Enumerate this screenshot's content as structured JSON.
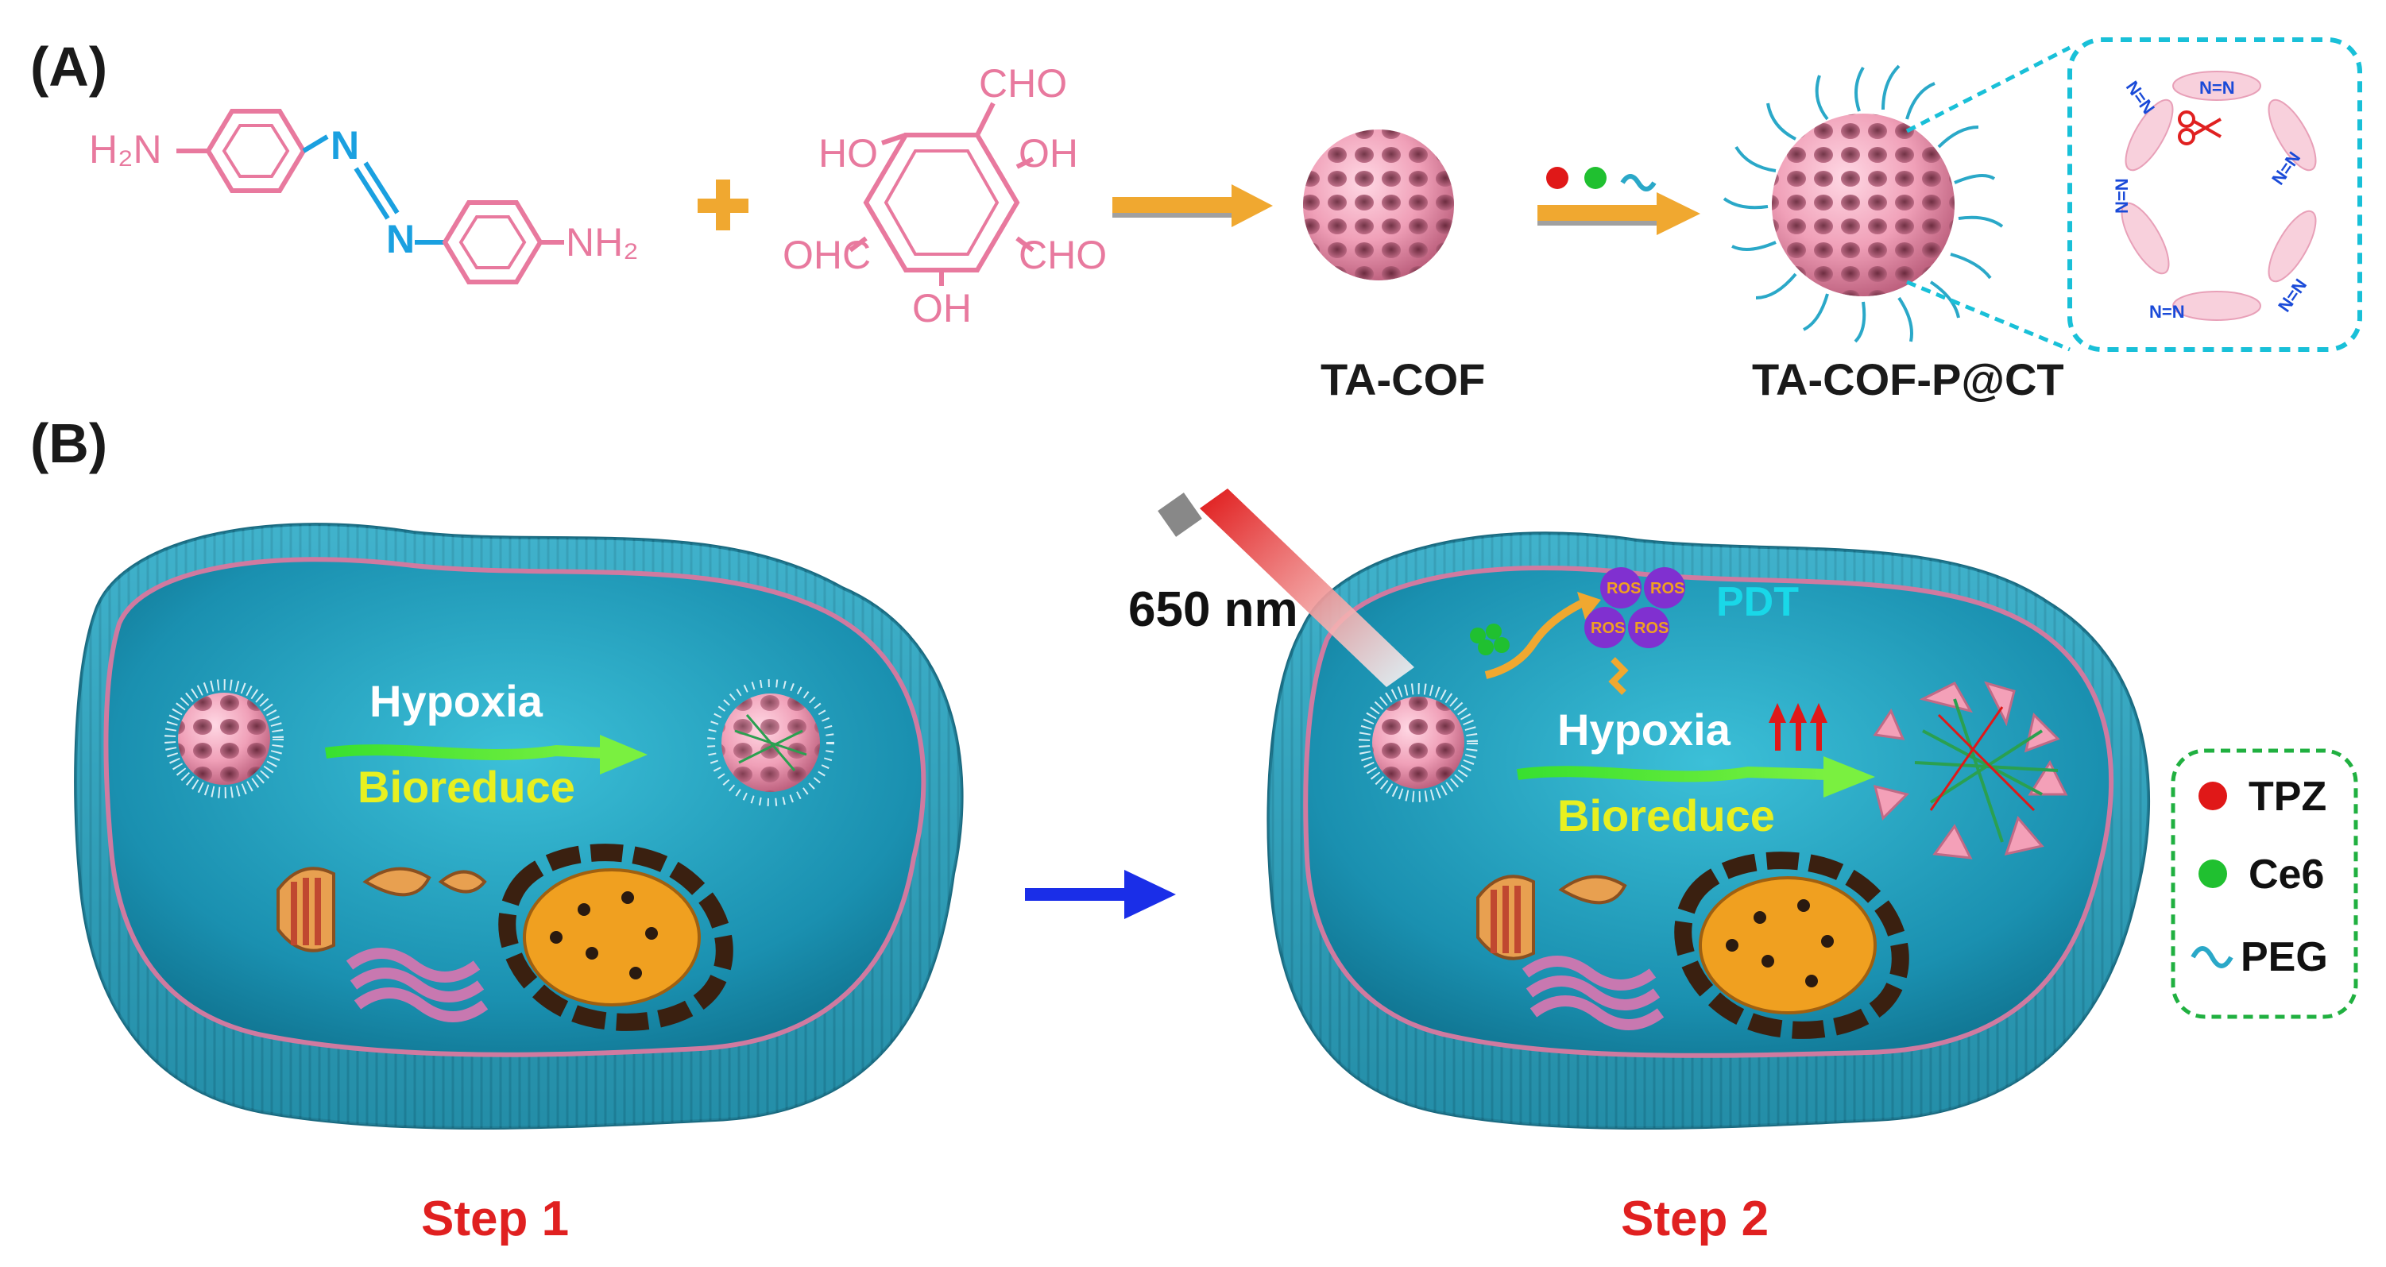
{
  "panels": {
    "a": "(A)",
    "b": "(B)"
  },
  "azo_monomer": {
    "left_amine": "H₂N",
    "right_amine": "NH₂",
    "azo_n1": "N",
    "azo_n2": "N"
  },
  "plus": "+",
  "aldehyde_monomer": {
    "cho_top": "CHO",
    "oh_left": "HO",
    "oh_right": "OH",
    "cho_left": "OHC",
    "cho_right": "CHO",
    "oh_bottom": "OH"
  },
  "products": {
    "cof": "TA-COF",
    "cof_loaded": "TA-COF-P@CT"
  },
  "pore_inset": {
    "azo_label": "N=N"
  },
  "cell_panel": {
    "hypoxia": "Hypoxia",
    "bioreduce": "Bioreduce",
    "laser": "650 nm",
    "pdt": "PDT",
    "ros": "ROS",
    "step1": "Step 1",
    "step2": "Step 2"
  },
  "legend": {
    "items": [
      {
        "label": "TPZ",
        "color": "#e01818",
        "icon": "red-dot"
      },
      {
        "label": "Ce6",
        "color": "#20c030",
        "icon": "green-dot"
      },
      {
        "label": "PEG",
        "color": "#2aa8c8",
        "icon": "wave"
      }
    ]
  },
  "colors": {
    "pink_chem": "#e8799e",
    "azo_blue": "#1aa0e0",
    "arrow_orange": "#f0a830",
    "cell_teal": "#1a9ab8",
    "step_red": "#e02020",
    "process_arrow_blue": "#1a2ee8",
    "legend_border": "#20b040"
  }
}
